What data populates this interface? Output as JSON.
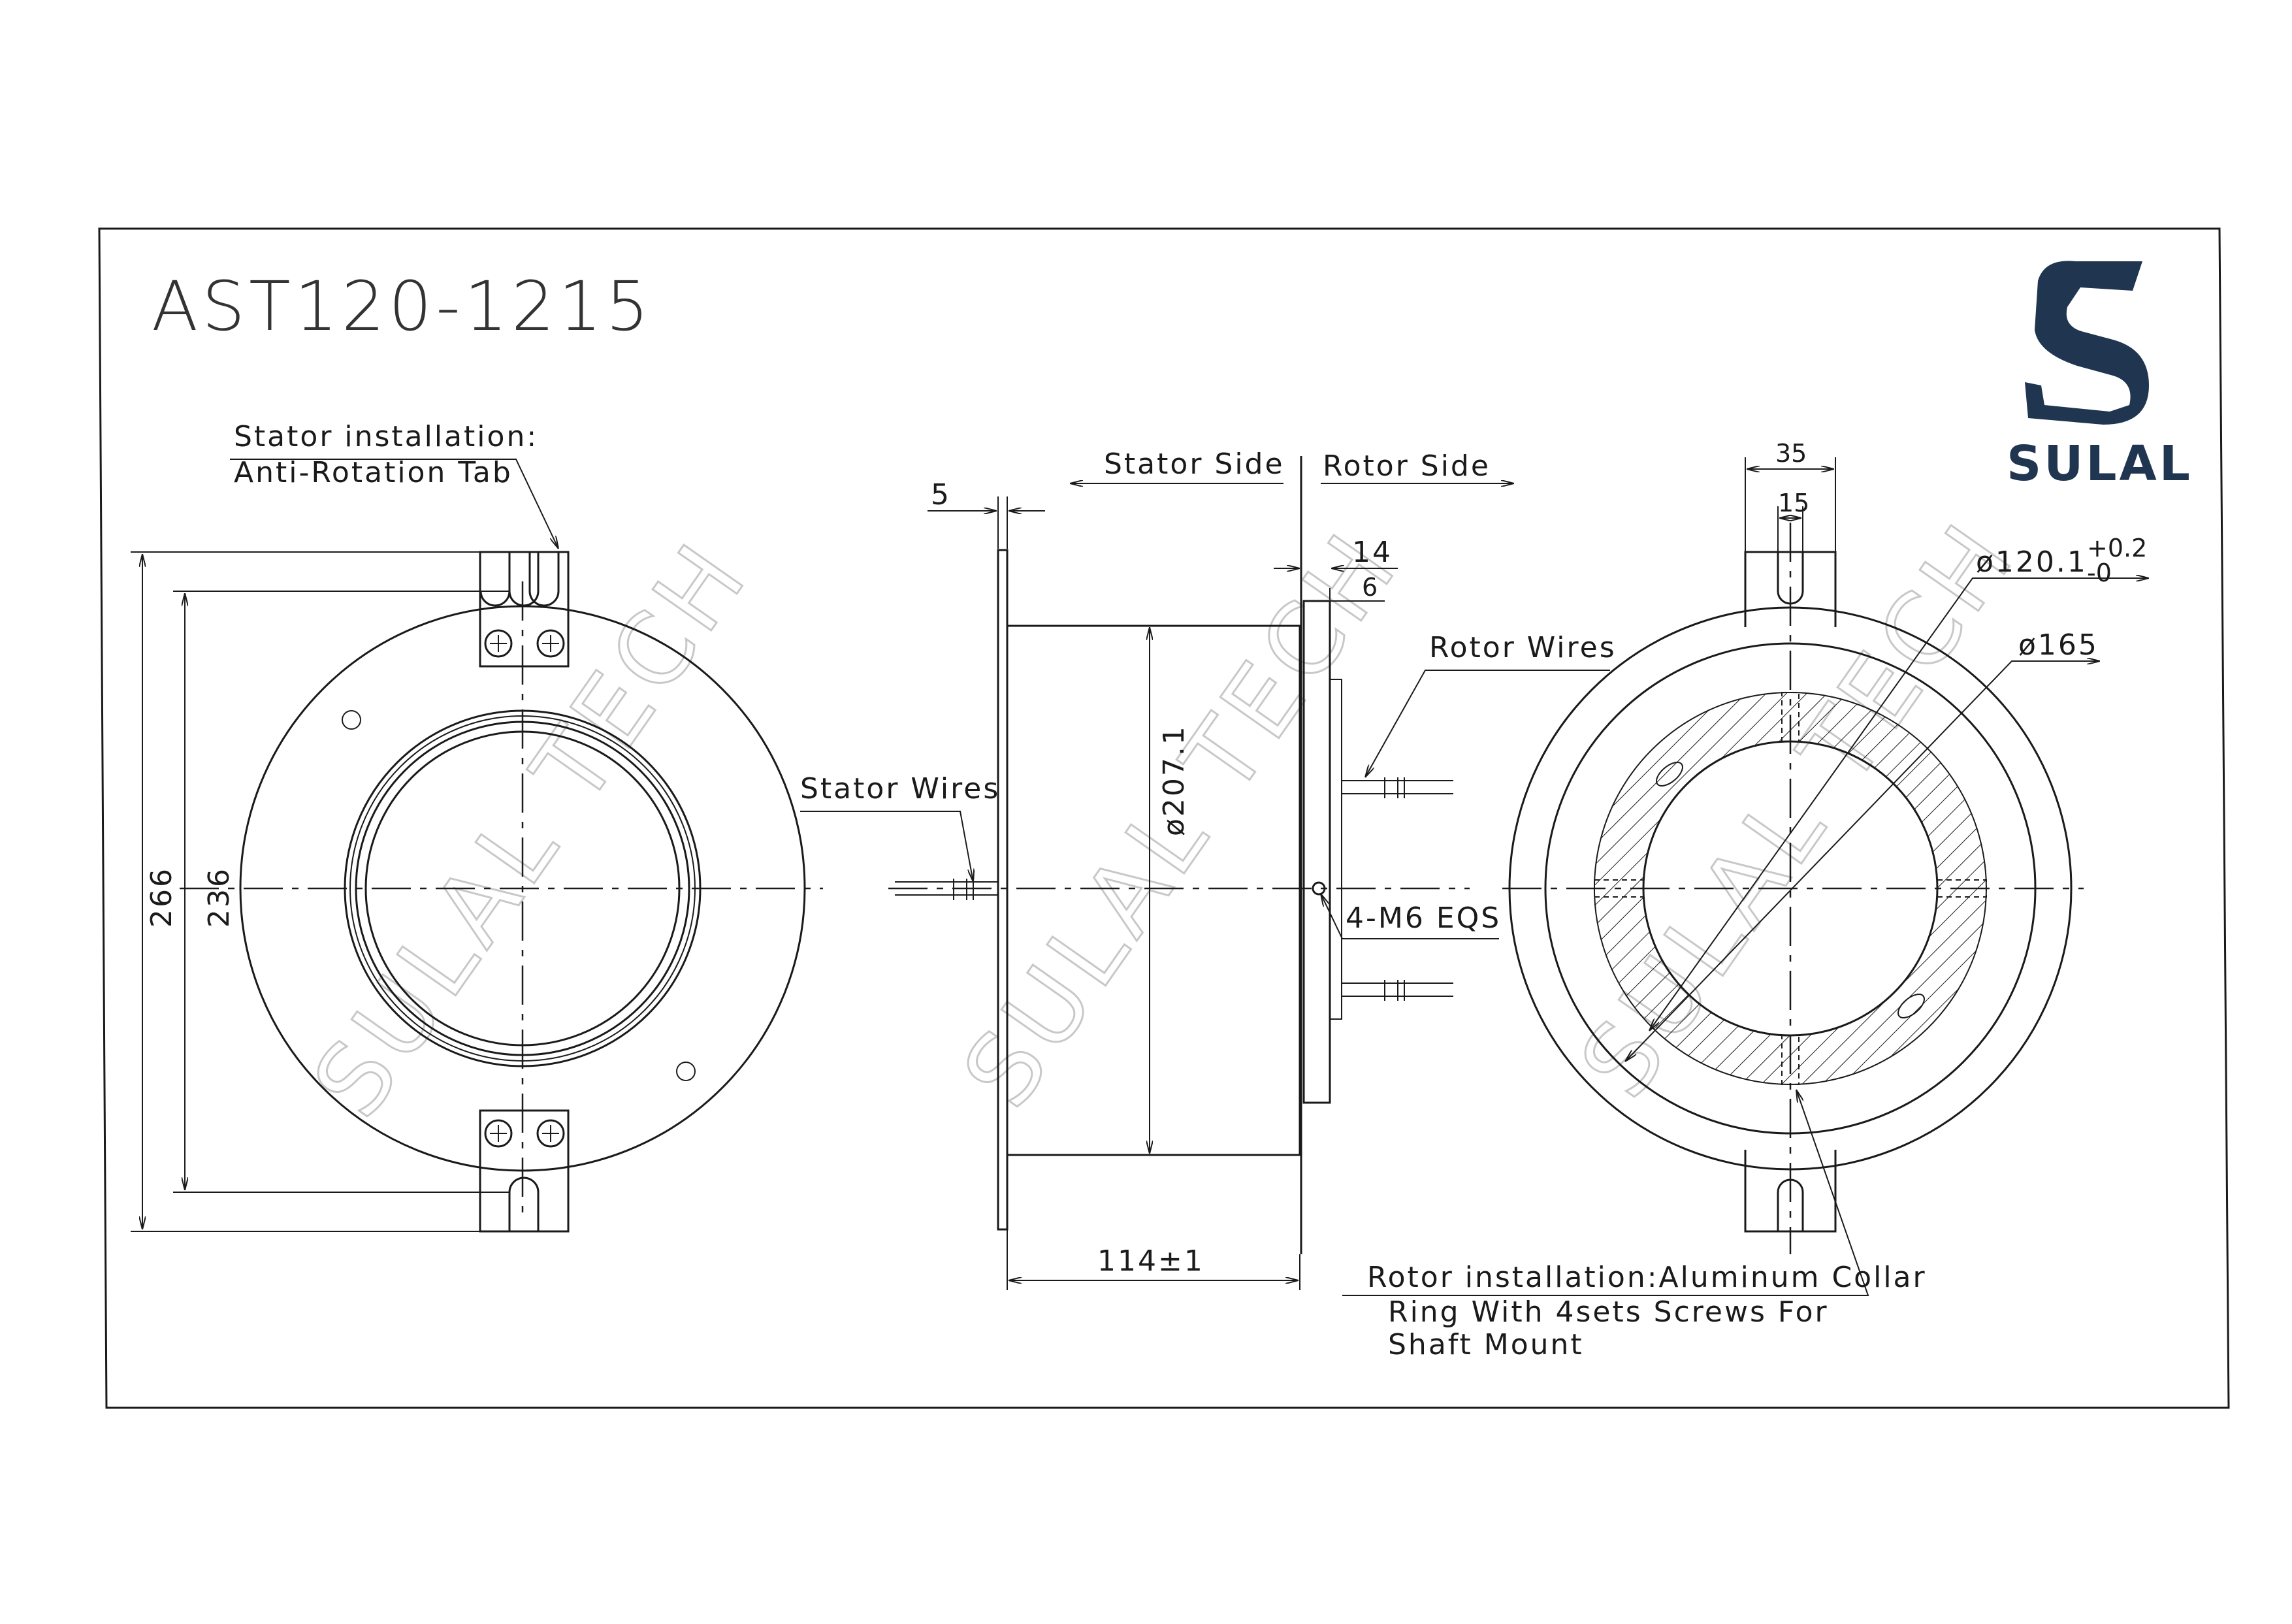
{
  "title": "AST120-1215",
  "brand": {
    "name": "SULAL",
    "logo_icon": "s-logo-icon",
    "color": "#1f3550"
  },
  "watermark": "SULAL TECH",
  "front_view": {
    "stator_note_line1": "Stator installation:",
    "stator_note_line2": "Anti-Rotation Tab",
    "dim_outer": "266",
    "dim_inner": "236"
  },
  "side_view": {
    "stator_side": "Stator Side",
    "rotor_side": "Rotor Side",
    "dim_flange": "5",
    "dim_14": "14",
    "dim_6": "6",
    "dim_diameter": "ø207.1",
    "dim_length": "114±1",
    "stator_wires": "Stator Wires",
    "rotor_wires": "Rotor Wires",
    "holes": "4-M6 EQS"
  },
  "rear_view": {
    "dim_35": "35",
    "dim_15": "15",
    "bore_diameter": "ø120.1",
    "bore_tol_upper": "+0.2",
    "bore_tol_lower": "-0",
    "collar_diameter": "ø165",
    "rotor_note_line1": "Rotor installation:Aluminum Collar",
    "rotor_note_line2": "Ring With 4sets Screws For",
    "rotor_note_line3": "Shaft Mount"
  }
}
